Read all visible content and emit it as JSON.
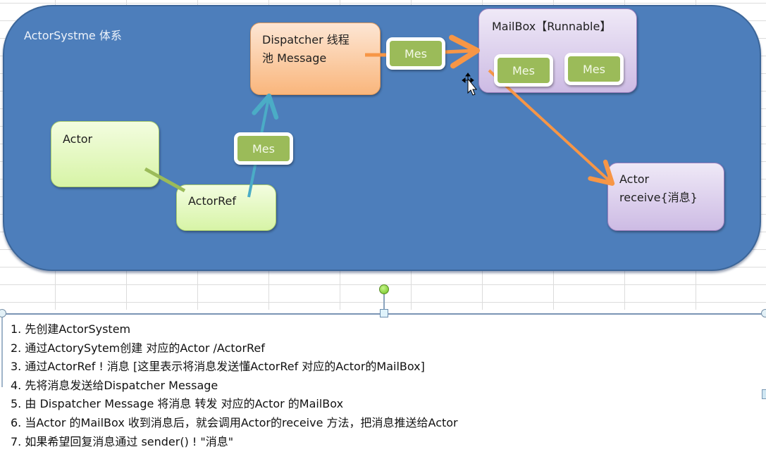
{
  "diagram": {
    "system_title": "ActorSystme 体系",
    "nodes": {
      "dispatcher": {
        "line1": "Dispatcher 线程",
        "line2": "池 Message"
      },
      "mailbox": {
        "title": "MailBox【Runnable】"
      },
      "actor": {
        "label": "Actor"
      },
      "actor_ref": {
        "label": "ActorRef"
      },
      "actor_receive": {
        "line1": "Actor",
        "line2": "receive{消息}"
      }
    },
    "messages": {
      "to_dispatcher": "Mes",
      "to_mailbox": "Mes",
      "mailbox_1": "Mes",
      "mailbox_2": "Mes"
    },
    "colors": {
      "system_bg": "#4d7ebb",
      "message_green": "#9bbb59",
      "arrow_orange": "#f79646",
      "arrow_teal": "#4bacc6",
      "link_green": "#9bbb59"
    }
  },
  "steps": [
    "1. 先创建ActorSystem",
    "2. 通过ActorySytem创建 对应的Actor /ActorRef",
    "3. 通过ActorRef ! 消息  [这里表示将消息发送懂ActorRef 对应的Actor的MailBox]",
    "4. 先将消息发送给Dispatcher Message",
    "5. 由 Dispatcher Message  将消息 转发 对应的Actor 的MailBox",
    "6. 当Actor 的MailBox 收到消息后，就会调用Actor的receive 方法，把消息推送给Actor",
    "7. 如果希望回复消息通过 sender() ! \"消息\""
  ]
}
